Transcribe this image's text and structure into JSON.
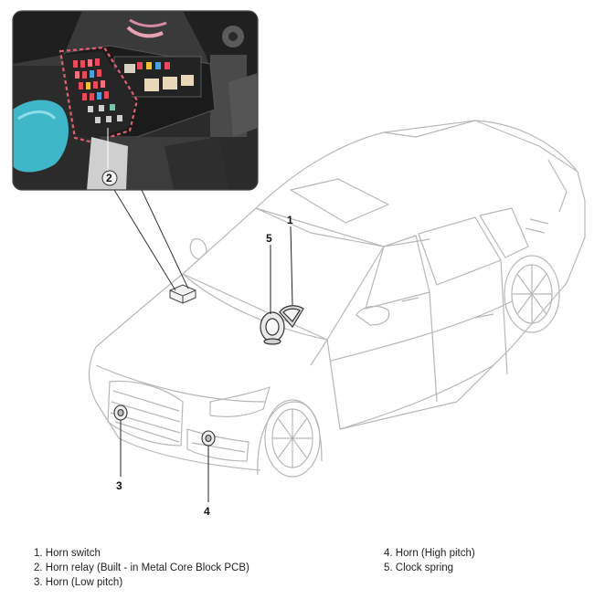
{
  "callouts": {
    "c1": "1",
    "c2": "2",
    "c3": "3",
    "c4": "4",
    "c5": "5"
  },
  "legend": {
    "left": [
      "1. Horn switch",
      "2. Horn relay (Built - in Metal Core Block PCB)",
      "3. Horn (Low pitch)"
    ],
    "right": [
      "4. Horn (High pitch)",
      "5. Clock spring"
    ]
  },
  "colors": {
    "line": "#b5b5b5",
    "dark_line": "#333333",
    "fuse_outline": "#e06070",
    "washer_tank": "#3fb7c9",
    "inset_bg": "#2a2a2a"
  }
}
